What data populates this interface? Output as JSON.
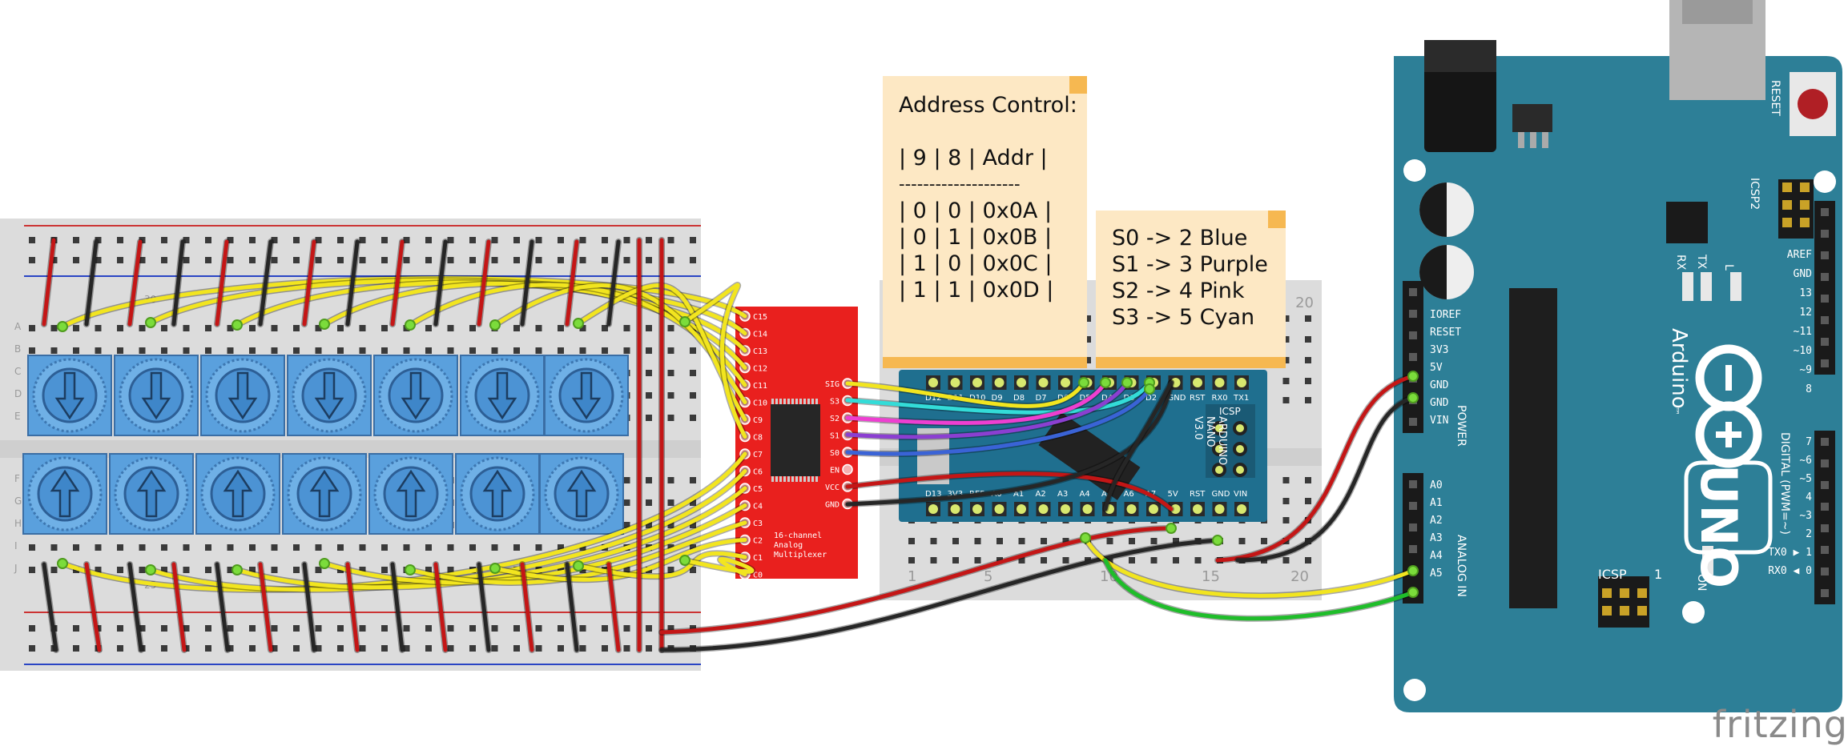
{
  "notes": {
    "address": {
      "title": "Address Control:",
      "rows": [
        "",
        "| 9 | 8 | Addr |",
        "--------------------",
        "| 0 | 0 | 0x0A |",
        "| 0 | 1 | 0x0B |",
        "| 1 | 0 | 0x0C |",
        "| 1 | 1 | 0x0D |"
      ]
    },
    "select": {
      "rows": [
        "S0 -> 2 Blue",
        "S1 -> 3 Purple",
        "S2 -> 4 Pink",
        "S3 -> 5 Cyan"
      ]
    }
  },
  "mux": {
    "channels": [
      "C15",
      "C14",
      "C13",
      "C12",
      "C11",
      "C10",
      "C9",
      "C8",
      "C7",
      "C6",
      "C5",
      "C4",
      "C3",
      "C2",
      "C1",
      "C0"
    ],
    "control_pins": [
      "SIG",
      "S3",
      "S2",
      "S1",
      "S0",
      "EN",
      "VCC",
      "GND"
    ],
    "caption": [
      "16-channel",
      "Analog",
      "Multiplexer"
    ]
  },
  "nano": {
    "top_pins": [
      "D12",
      "D11",
      "D10",
      "D9",
      "D8",
      "D7",
      "D6",
      "D5",
      "D4",
      "D3",
      "D2",
      "GND",
      "RST",
      "RX0",
      "TX1"
    ],
    "bottom_pins": [
      "D13",
      "3V3",
      "REF",
      "A0",
      "A1",
      "A2",
      "A3",
      "A4",
      "A5",
      "A6",
      "A7",
      "5V",
      "RST",
      "GND",
      "VIN"
    ],
    "labels": [
      "ARDUINO",
      "NANO",
      "V3.0"
    ],
    "icsp": "ICSP"
  },
  "uno": {
    "power_labels": [
      "IOREF",
      "RESET",
      "3V3",
      "5V",
      "GND",
      "GND",
      "VIN"
    ],
    "power_group": "POWER",
    "analog_labels": [
      "A0",
      "A1",
      "A2",
      "A3",
      "A4",
      "A5"
    ],
    "analog_group": "ANALOG IN",
    "digital_labels": [
      "AREF",
      "GND",
      "13",
      "12",
      "~11",
      "~10",
      "~9",
      "8",
      "7",
      "~6",
      "~5",
      "4",
      "~3",
      "2",
      "TX0 ▶ 1",
      "RX0 ◀ 0"
    ],
    "digital_group": "DIGITAL (PWM=~)",
    "reset": "RESET",
    "icsp": "ICSP",
    "icsp2": "ICSP2",
    "led_labels": [
      "RX",
      "TX",
      "L"
    ],
    "on_label": "ON",
    "brand": "Arduino",
    "tm": "™",
    "model": "UNO",
    "icsp_pin1": "1"
  },
  "breadboard_numbers": [
    "20",
    "1",
    "5",
    "10",
    "15",
    "20"
  ],
  "breadboard_left_numbers": [
    "30",
    "25"
  ],
  "row_letters_left_top": [
    "A",
    "B",
    "C",
    "D",
    "E"
  ],
  "row_letters_left_bottom": [
    "F",
    "G",
    "H",
    "I",
    "J"
  ],
  "watermark": "fritzing",
  "colors": {
    "wire_yellow": "#f2e51f",
    "wire_red": "#c41616",
    "wire_black": "#262626",
    "wire_green": "#1fbd2a",
    "wire_blue": "#3a63d6",
    "wire_purple": "#8b3fd1",
    "wire_pink": "#ee3fd1",
    "wire_cyan": "#33dcd8",
    "mux_board": "#e9201e",
    "uno_board": "#2d7f97",
    "nano_board": "#1f6f8f",
    "pot_blue": "#5aa0dd",
    "note_bg": "#fde8c4",
    "note_edge": "#f6b851"
  }
}
